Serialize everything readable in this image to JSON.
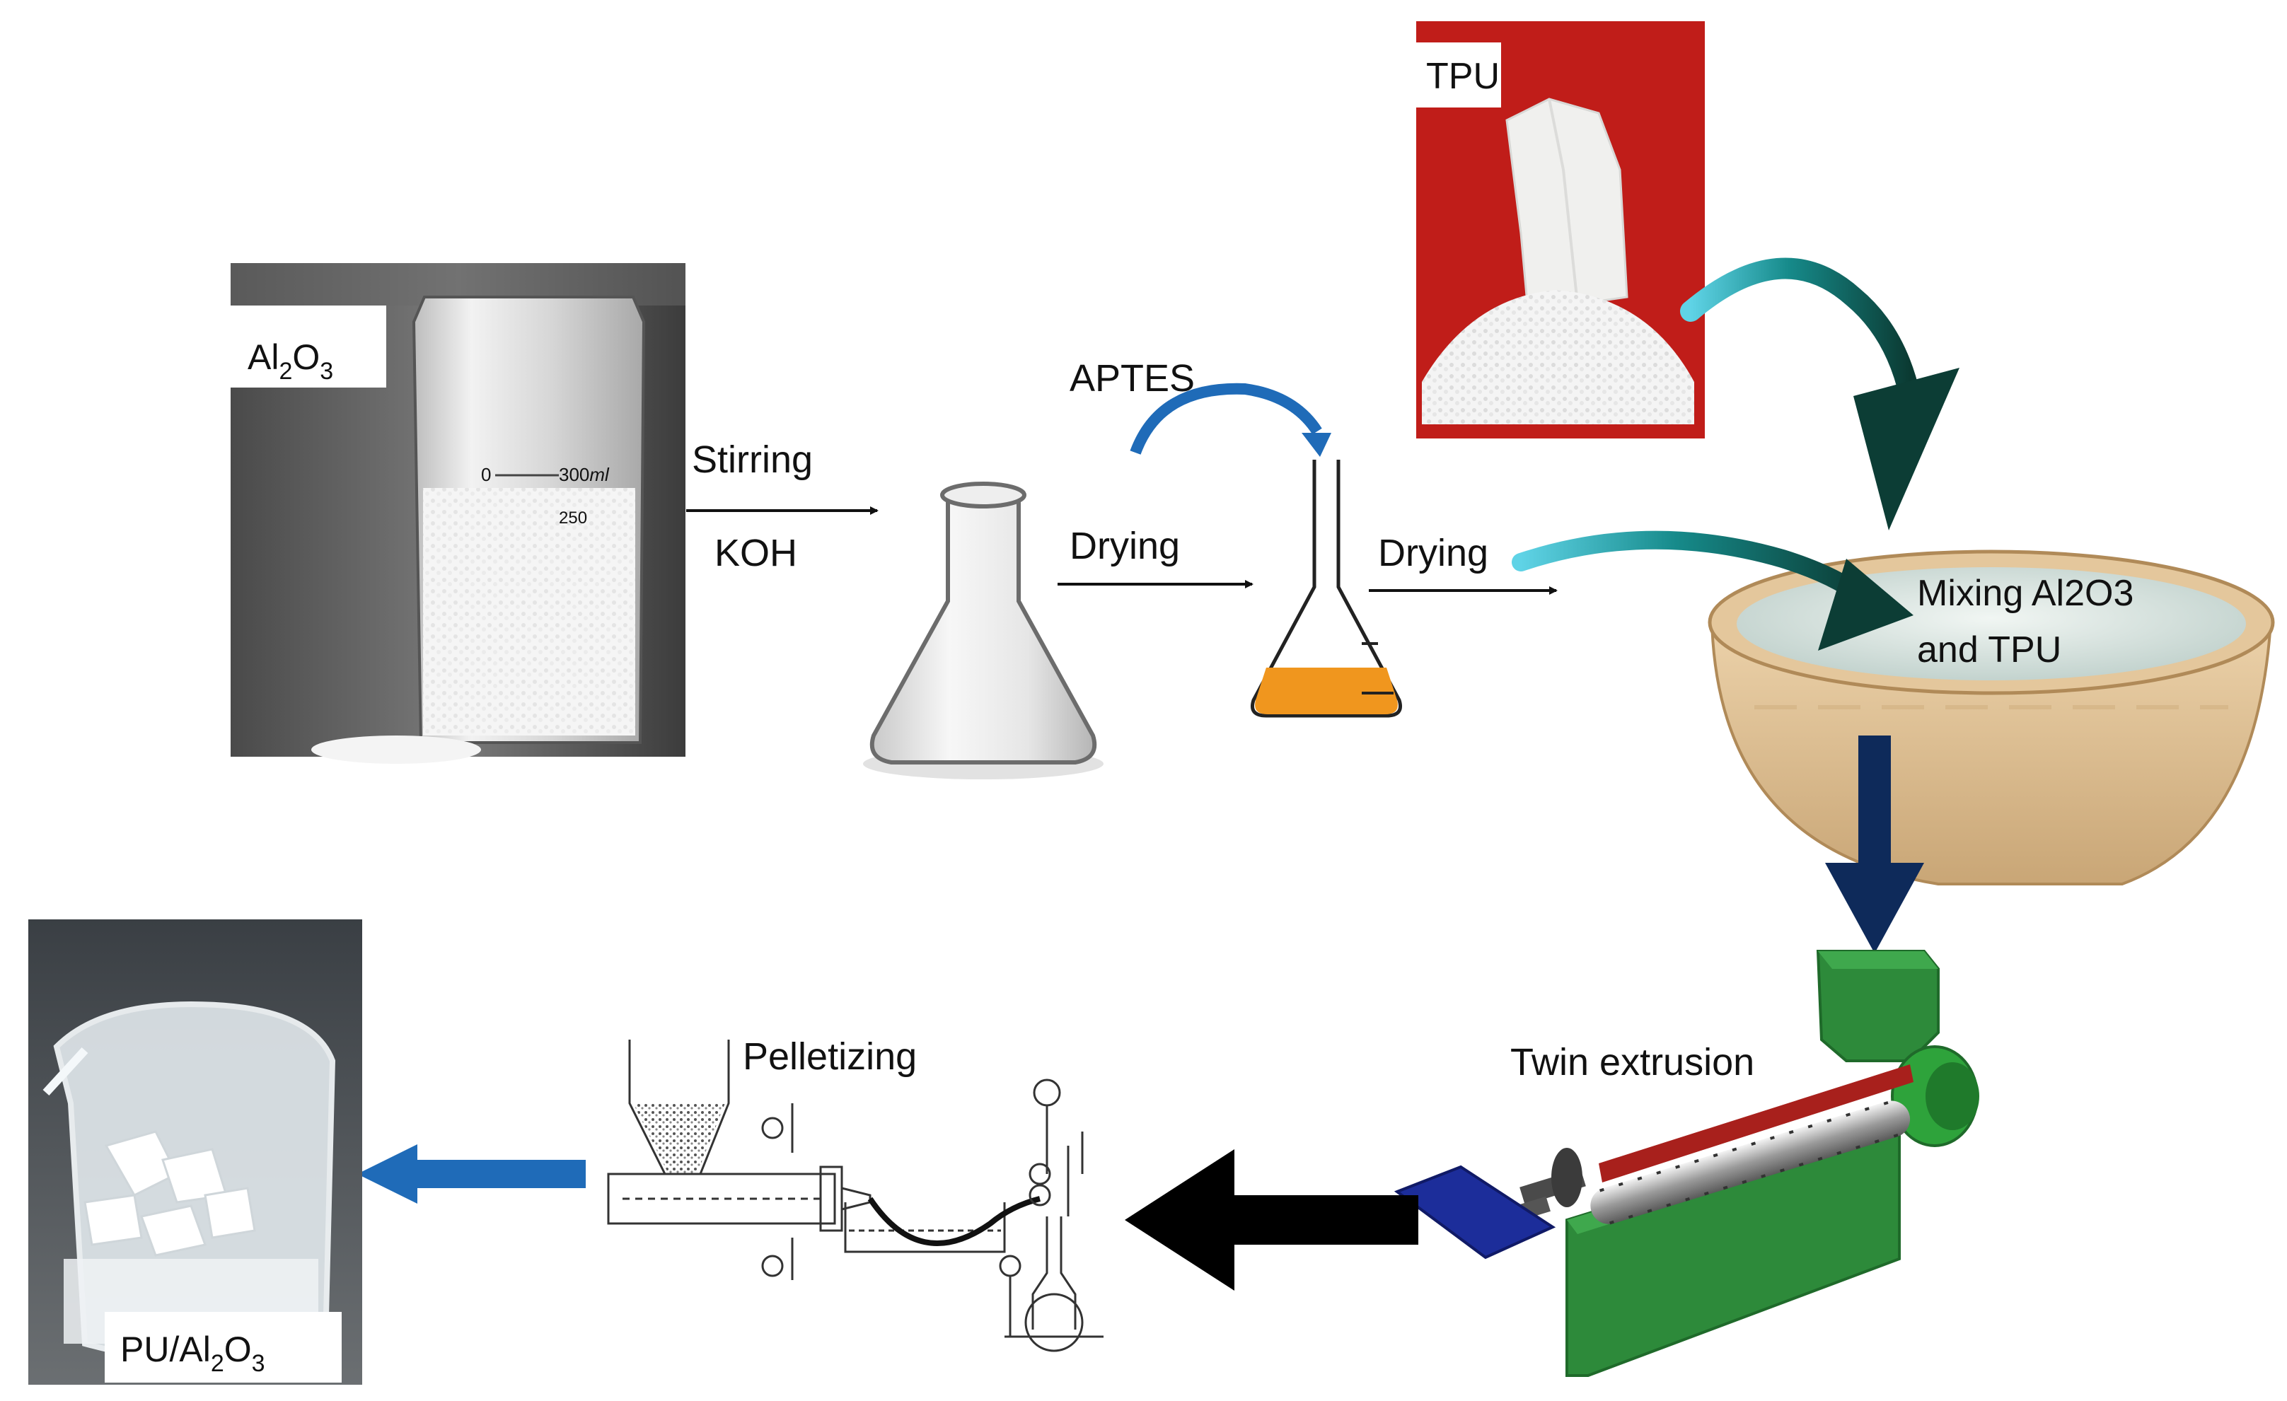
{
  "labels": {
    "al2o3": {
      "base": "Al",
      "sub1": "2",
      "mid": "O",
      "sub2": "3"
    },
    "stirring": "Stirring",
    "koh": "KOH",
    "aptes": "APTES",
    "drying1": "Drying",
    "drying2": "Drying",
    "tpu": "TPU",
    "mixing_line1": "Mixing Al2O3",
    "mixing_line2": "and TPU",
    "twin_extrusion": "Twin extrusion",
    "pelletizing": "Pelletizing",
    "product": {
      "pre": "PU/Al",
      "sub1": "2",
      "mid": "O",
      "sub2": "3"
    },
    "beaker_scale_top": "300",
    "beaker_scale_unit": "ml",
    "beaker_scale_zero": "0",
    "beaker_scale_mid": "250"
  },
  "colors": {
    "tpu_background": "#c8201c",
    "bowl": "#e3c49a",
    "bowl_inner": "#d8e4e0",
    "extruder_green": "#2d8a3a",
    "extruder_dark": "#1f6a2a",
    "liquid_orange": "#f0961e",
    "arrow_blue": "#1f6bb8",
    "arrow_navy": "#0e2a5a",
    "arrow_teal_dark": "#0c3d35",
    "die_blue": "#1c2d9a"
  }
}
